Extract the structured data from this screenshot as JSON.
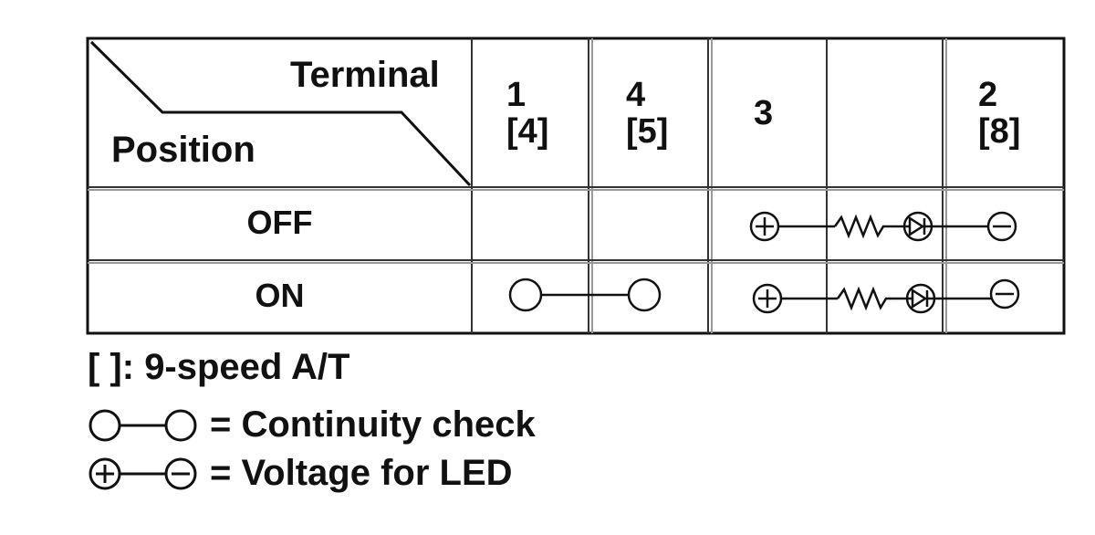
{
  "header": {
    "terminal_label": "Terminal",
    "position_label": "Position",
    "columns": [
      {
        "number": "1",
        "bracket": "[4]"
      },
      {
        "number": "4",
        "bracket": "[5]"
      },
      {
        "number": "3",
        "bracket": ""
      },
      {
        "number": "",
        "bracket": ""
      },
      {
        "number": "2",
        "bracket": "[8]"
      }
    ]
  },
  "rows": [
    {
      "label": "OFF",
      "connections": [
        "voltage-for-led"
      ]
    },
    {
      "label": "ON",
      "connections": [
        "continuity-1-4",
        "voltage-for-led"
      ]
    }
  ],
  "legend": {
    "bracket_note": "[ ]: 9-speed A/T",
    "continuity": "= Continuity check",
    "voltage": "= Voltage for LED"
  },
  "colors": {
    "line": "#111111",
    "background": "#ffffff",
    "grid": "#555555"
  },
  "icons": [
    "open-circle-icon",
    "plus-circle-icon",
    "minus-circle-icon",
    "resistor-icon",
    "led-diode-icon"
  ]
}
